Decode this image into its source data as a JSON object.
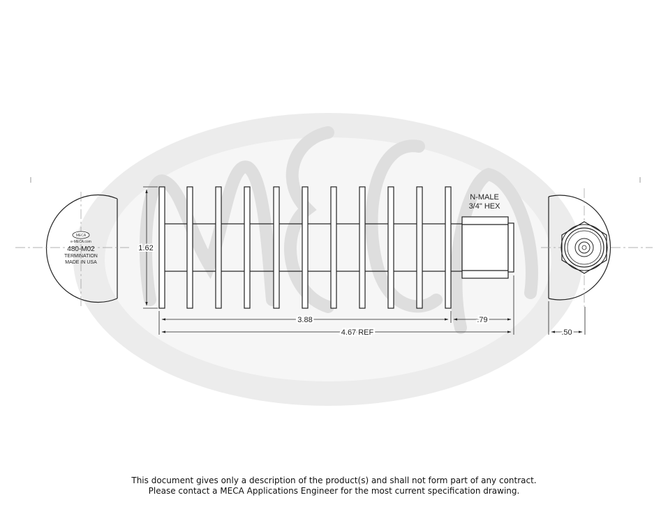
{
  "watermark": {
    "brand": "MECA"
  },
  "left_view": {
    "logo_text": "MECA",
    "website": "e-MECA.com",
    "part_number": "480-M02",
    "description": "TERMINATION",
    "origin": "MADE IN USA"
  },
  "connector": {
    "type": "N-MALE",
    "hex": "3/4\" HEX"
  },
  "dimensions": {
    "height": "1.62",
    "body_length": "3.88",
    "connector_length": ".79",
    "overall_length": "4.67 REF",
    "end_view_depth": ".50"
  },
  "disclaimer": {
    "line1": "This document gives only a description of the product(s) and shall not form part of any contract.",
    "line2": "Please contact a MECA Applications Engineer for the most current specification drawing."
  },
  "colors": {
    "line": "#222222",
    "watermark": "#e6e6e6",
    "watermark_stroke": "#d2d2d2"
  }
}
